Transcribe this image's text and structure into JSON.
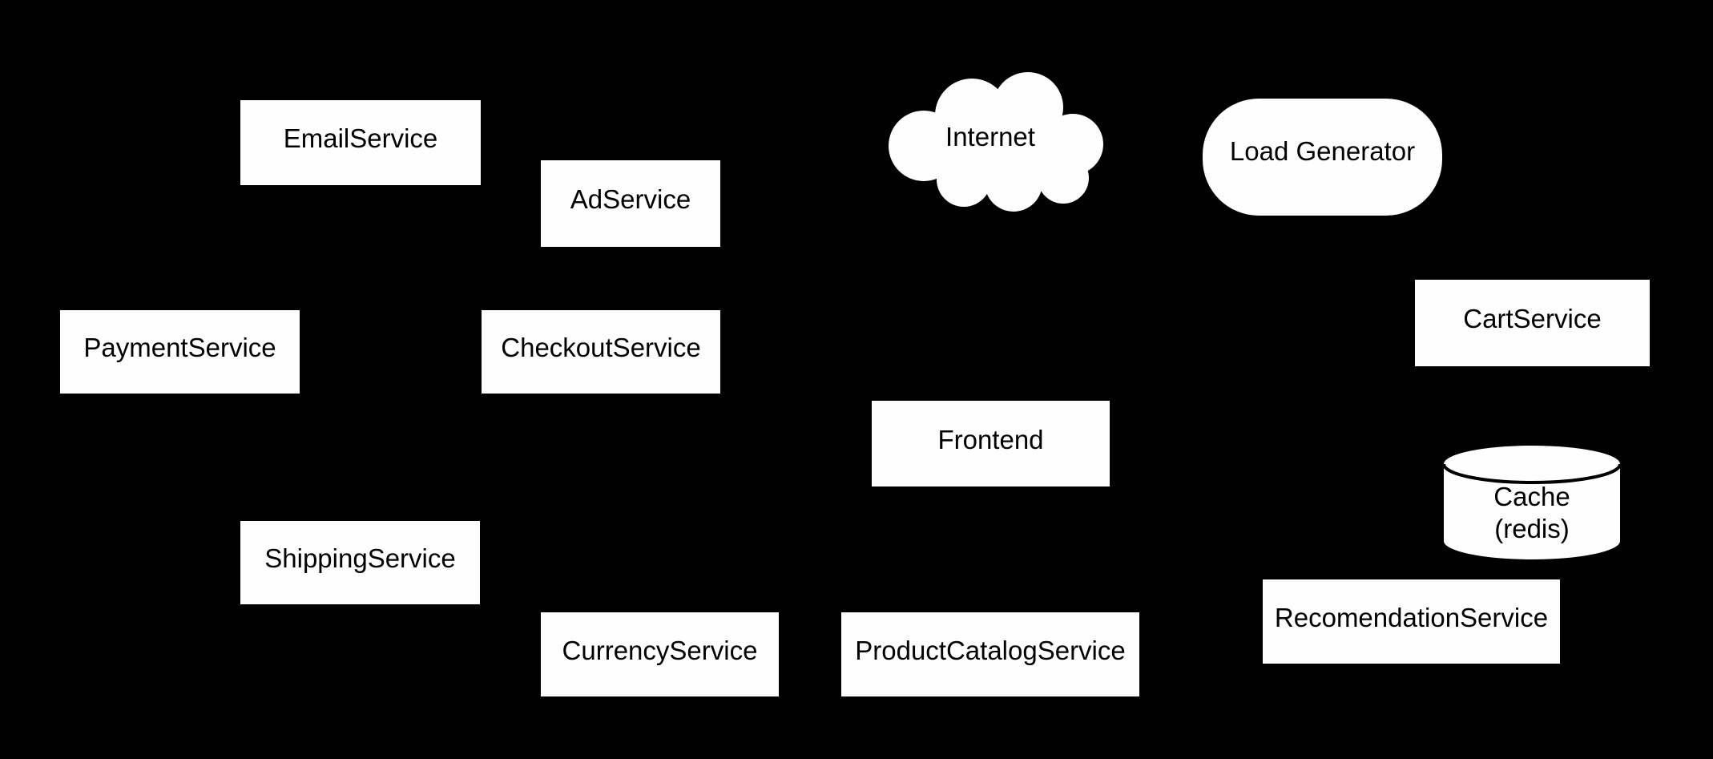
{
  "diagram": {
    "type": "architecture-diagram",
    "background_color": "#000000",
    "node_fill_color": "#ffffff",
    "node_text_color": "#000000",
    "cylinder_rim_color": "#000000",
    "nodes": [
      {
        "label": "EmailService",
        "shape": "rectangle"
      },
      {
        "label": "AdService",
        "shape": "rectangle"
      },
      {
        "label": "Internet",
        "shape": "cloud"
      },
      {
        "label": "Load Generator",
        "shape": "rounded-rectangle"
      },
      {
        "label": "PaymentService",
        "shape": "rectangle"
      },
      {
        "label": "CheckoutService",
        "shape": "rectangle"
      },
      {
        "label": "CartService",
        "shape": "rectangle"
      },
      {
        "label": "Frontend",
        "shape": "rectangle"
      },
      {
        "label": "Cache (redis)",
        "shape": "cylinder",
        "label_lines": [
          "Cache",
          "(redis)"
        ]
      },
      {
        "label": "ShippingService",
        "shape": "rectangle"
      },
      {
        "label": "RecomendationService",
        "shape": "rectangle"
      },
      {
        "label": "CurrencyService",
        "shape": "rectangle"
      },
      {
        "label": "ProductCatalogService",
        "shape": "rectangle"
      }
    ]
  }
}
